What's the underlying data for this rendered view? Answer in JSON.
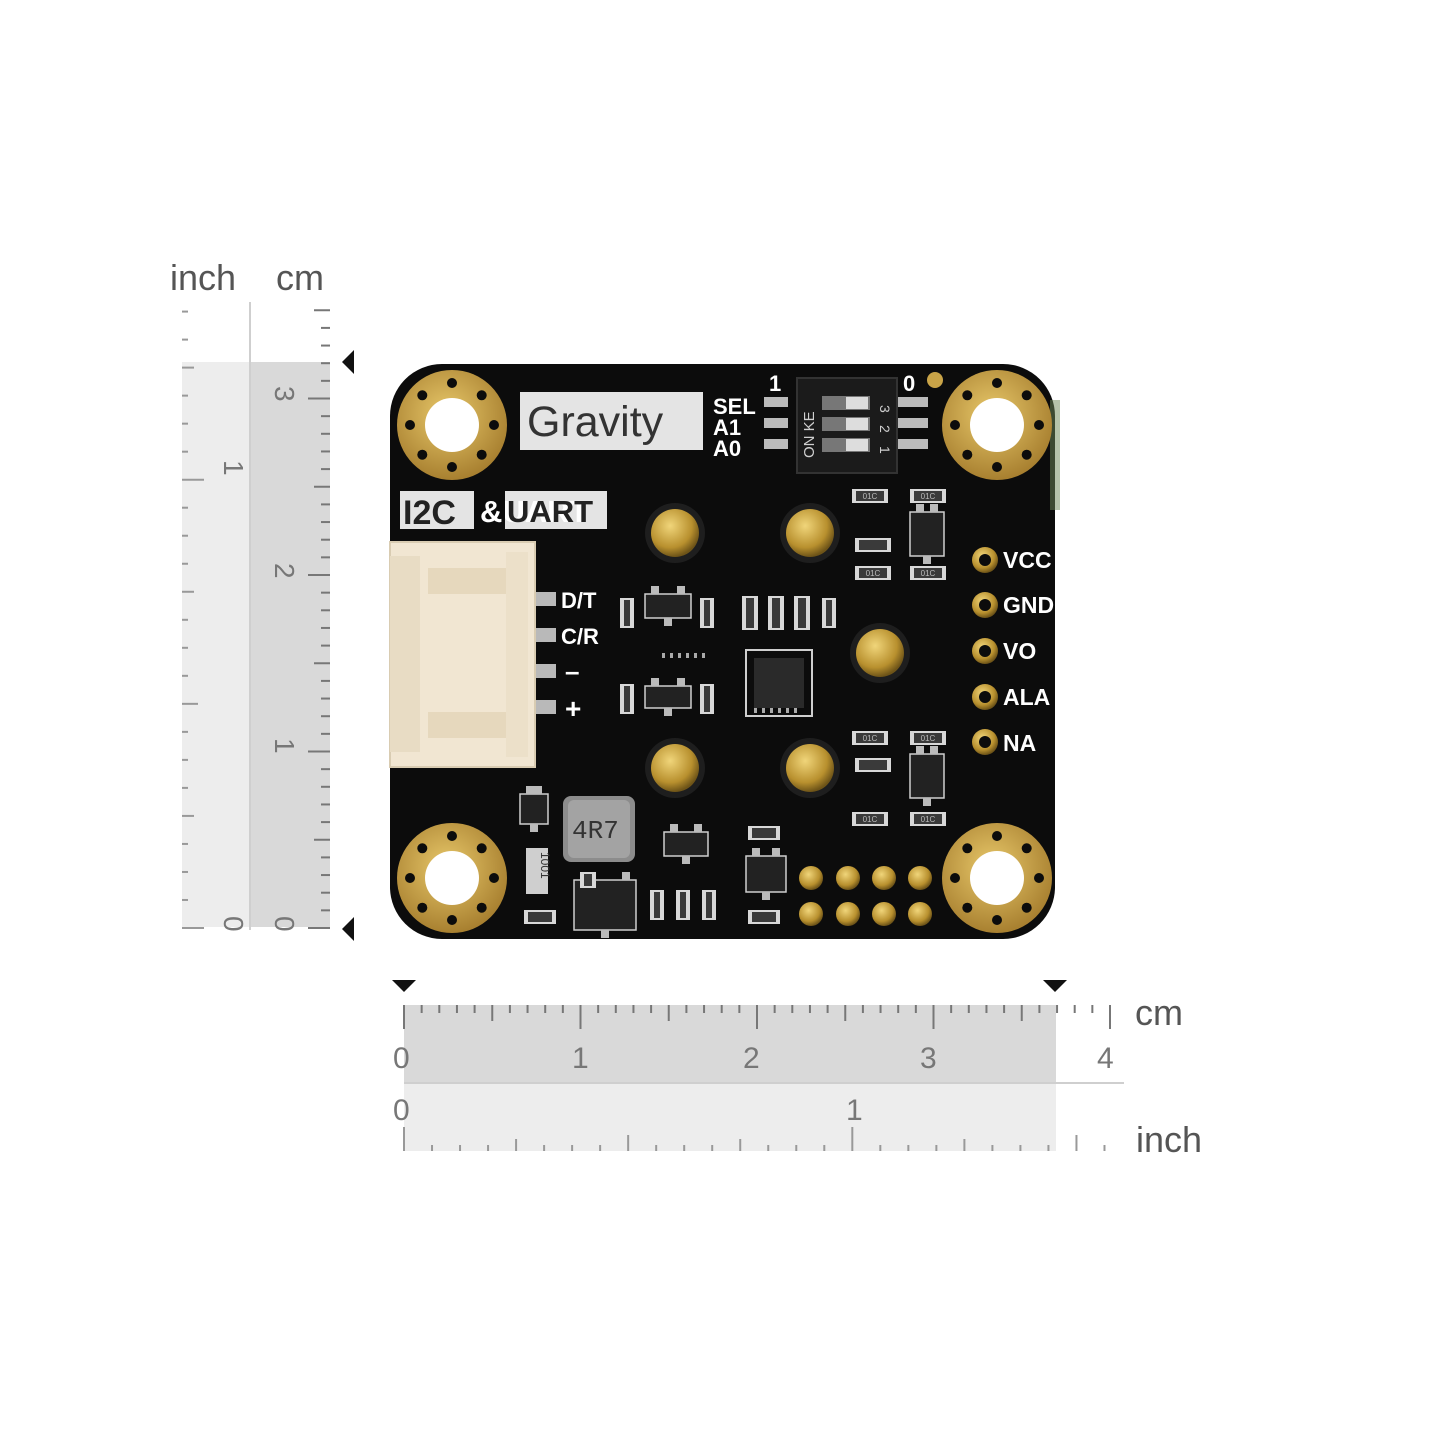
{
  "units": {
    "vertical_inch": "inch",
    "vertical_cm": "cm",
    "horizontal_cm": "cm",
    "horizontal_inch": "inch"
  },
  "vertical_ruler": {
    "cm_ticks": [
      "3",
      "2",
      "1",
      "0"
    ],
    "inch_ticks": [
      "1",
      "0"
    ]
  },
  "horizontal_ruler": {
    "cm_ticks": [
      "0",
      "1",
      "2",
      "3",
      "4"
    ],
    "inch_ticks": [
      "0",
      "1"
    ]
  },
  "board": {
    "logo": "Gravity",
    "interface_left": "I2C",
    "interface_right": "&UART",
    "dip_labels": [
      "SEL",
      "A1",
      "A0"
    ],
    "dip_end_1": "1",
    "dip_end_0": "0",
    "dip_switch_text": "ON KE",
    "dip_numbers": [
      "1",
      "2",
      "3"
    ],
    "connector_pins": [
      "D/T",
      "C/R",
      "–",
      "+"
    ],
    "header_pins": [
      "VCC",
      "GND",
      "VO",
      "ALA",
      "NA"
    ],
    "inductor_code": "4R7",
    "resistor_code": "01C",
    "resistor_code_2": "1001"
  },
  "colors": {
    "pcb": "#0c0c0c",
    "gold": "#c9a448",
    "connector": "#f1e6d2",
    "ruler_dark": "#d9d9d9",
    "ruler_light": "#ededed"
  }
}
